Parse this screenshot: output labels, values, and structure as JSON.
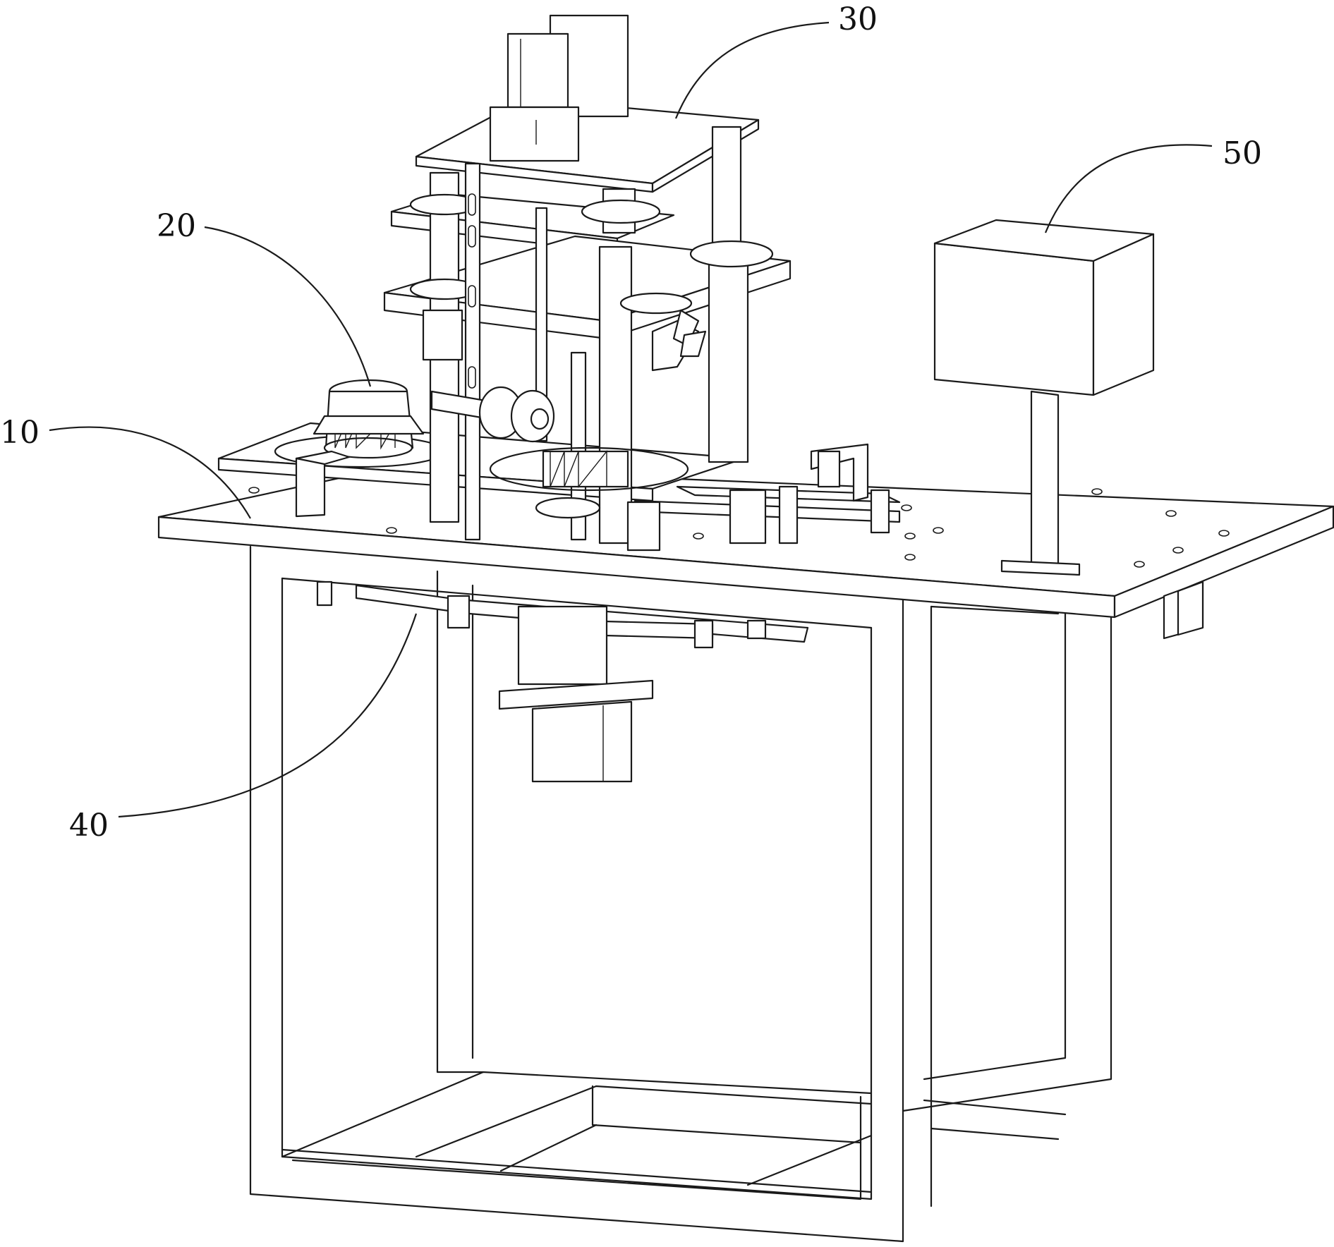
{
  "callouts": [
    {
      "id": "10",
      "label": "10"
    },
    {
      "id": "20",
      "label": "20"
    },
    {
      "id": "30",
      "label": "30"
    },
    {
      "id": "40",
      "label": "40"
    },
    {
      "id": "50",
      "label": "50"
    }
  ]
}
